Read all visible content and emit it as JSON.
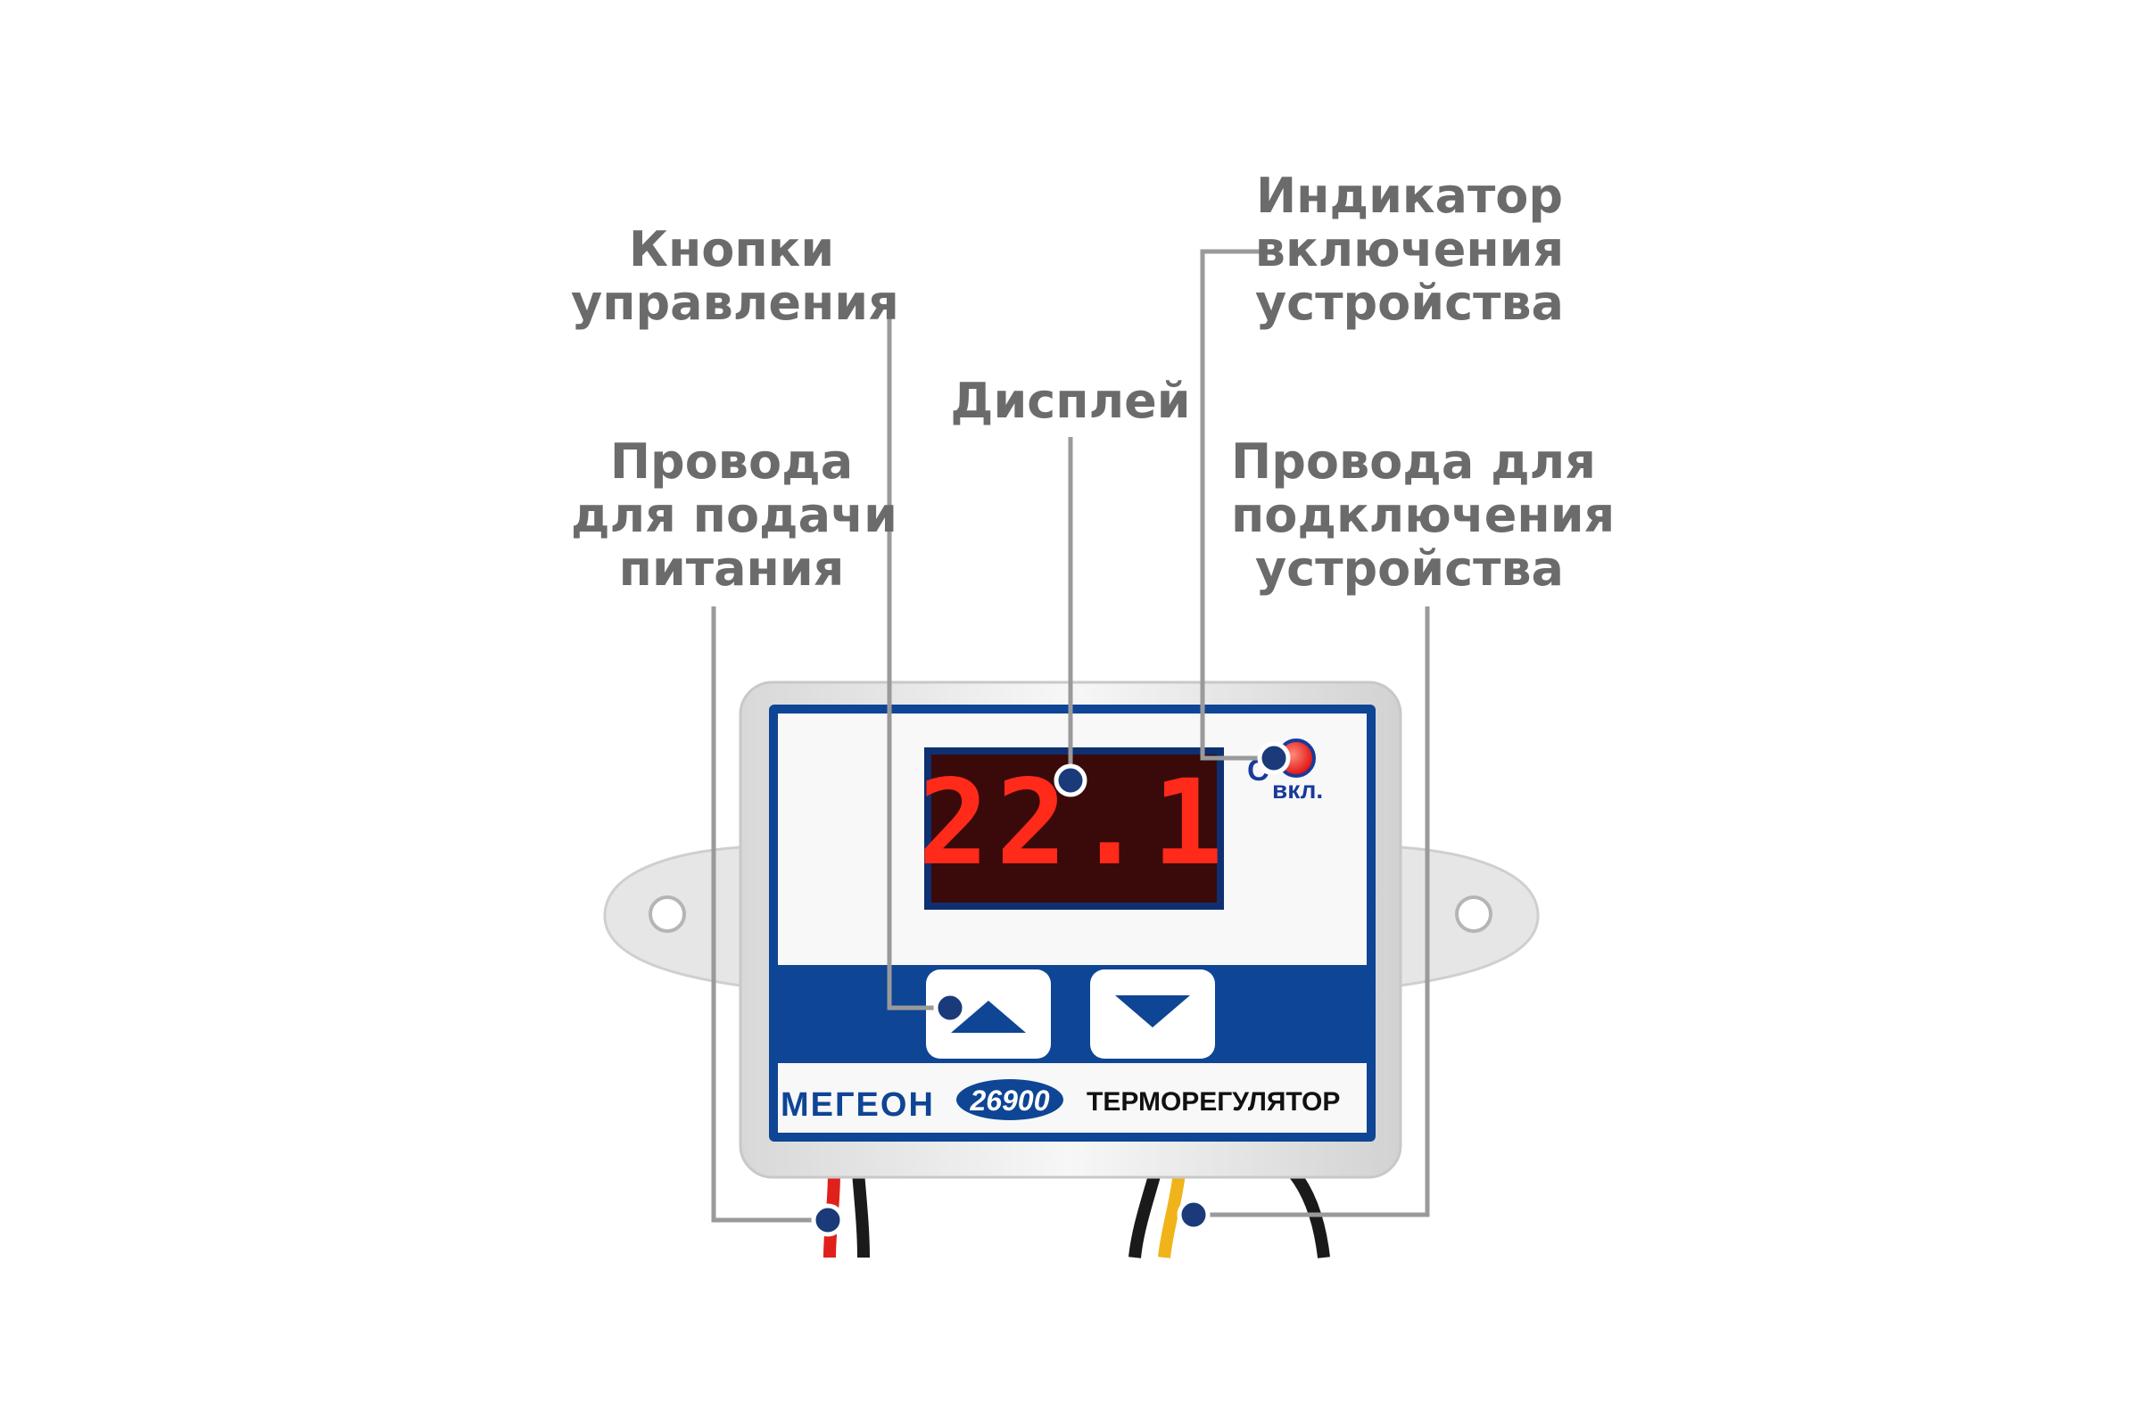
{
  "callouts": {
    "buttons": [
      "Кнопки",
      "управления"
    ],
    "display": [
      "Дисплей"
    ],
    "indicator": [
      "Индикатор",
      "включения",
      "устройства"
    ],
    "power_wires": [
      "Провода",
      "для подачи",
      "питания"
    ],
    "device_wires": [
      "Провода для",
      "подключения",
      "устройства"
    ]
  },
  "device": {
    "brand": "МЕГЕОН",
    "model": "26900",
    "product_name": "ТЕРМОРЕГУЛЯТОР",
    "display_value": "22.1",
    "indicator_label": "вкл.",
    "unit_fragment": "С"
  },
  "colors": {
    "panel_blue": "#0e4595",
    "label_gray": "#6b6b6b",
    "leader_gray": "#9a9a9a",
    "led_red": "#ff2a1a",
    "display_bg": "#3a0a0a",
    "body_white": "#f2f2f2",
    "marker_navy": "#1a3a7a"
  }
}
